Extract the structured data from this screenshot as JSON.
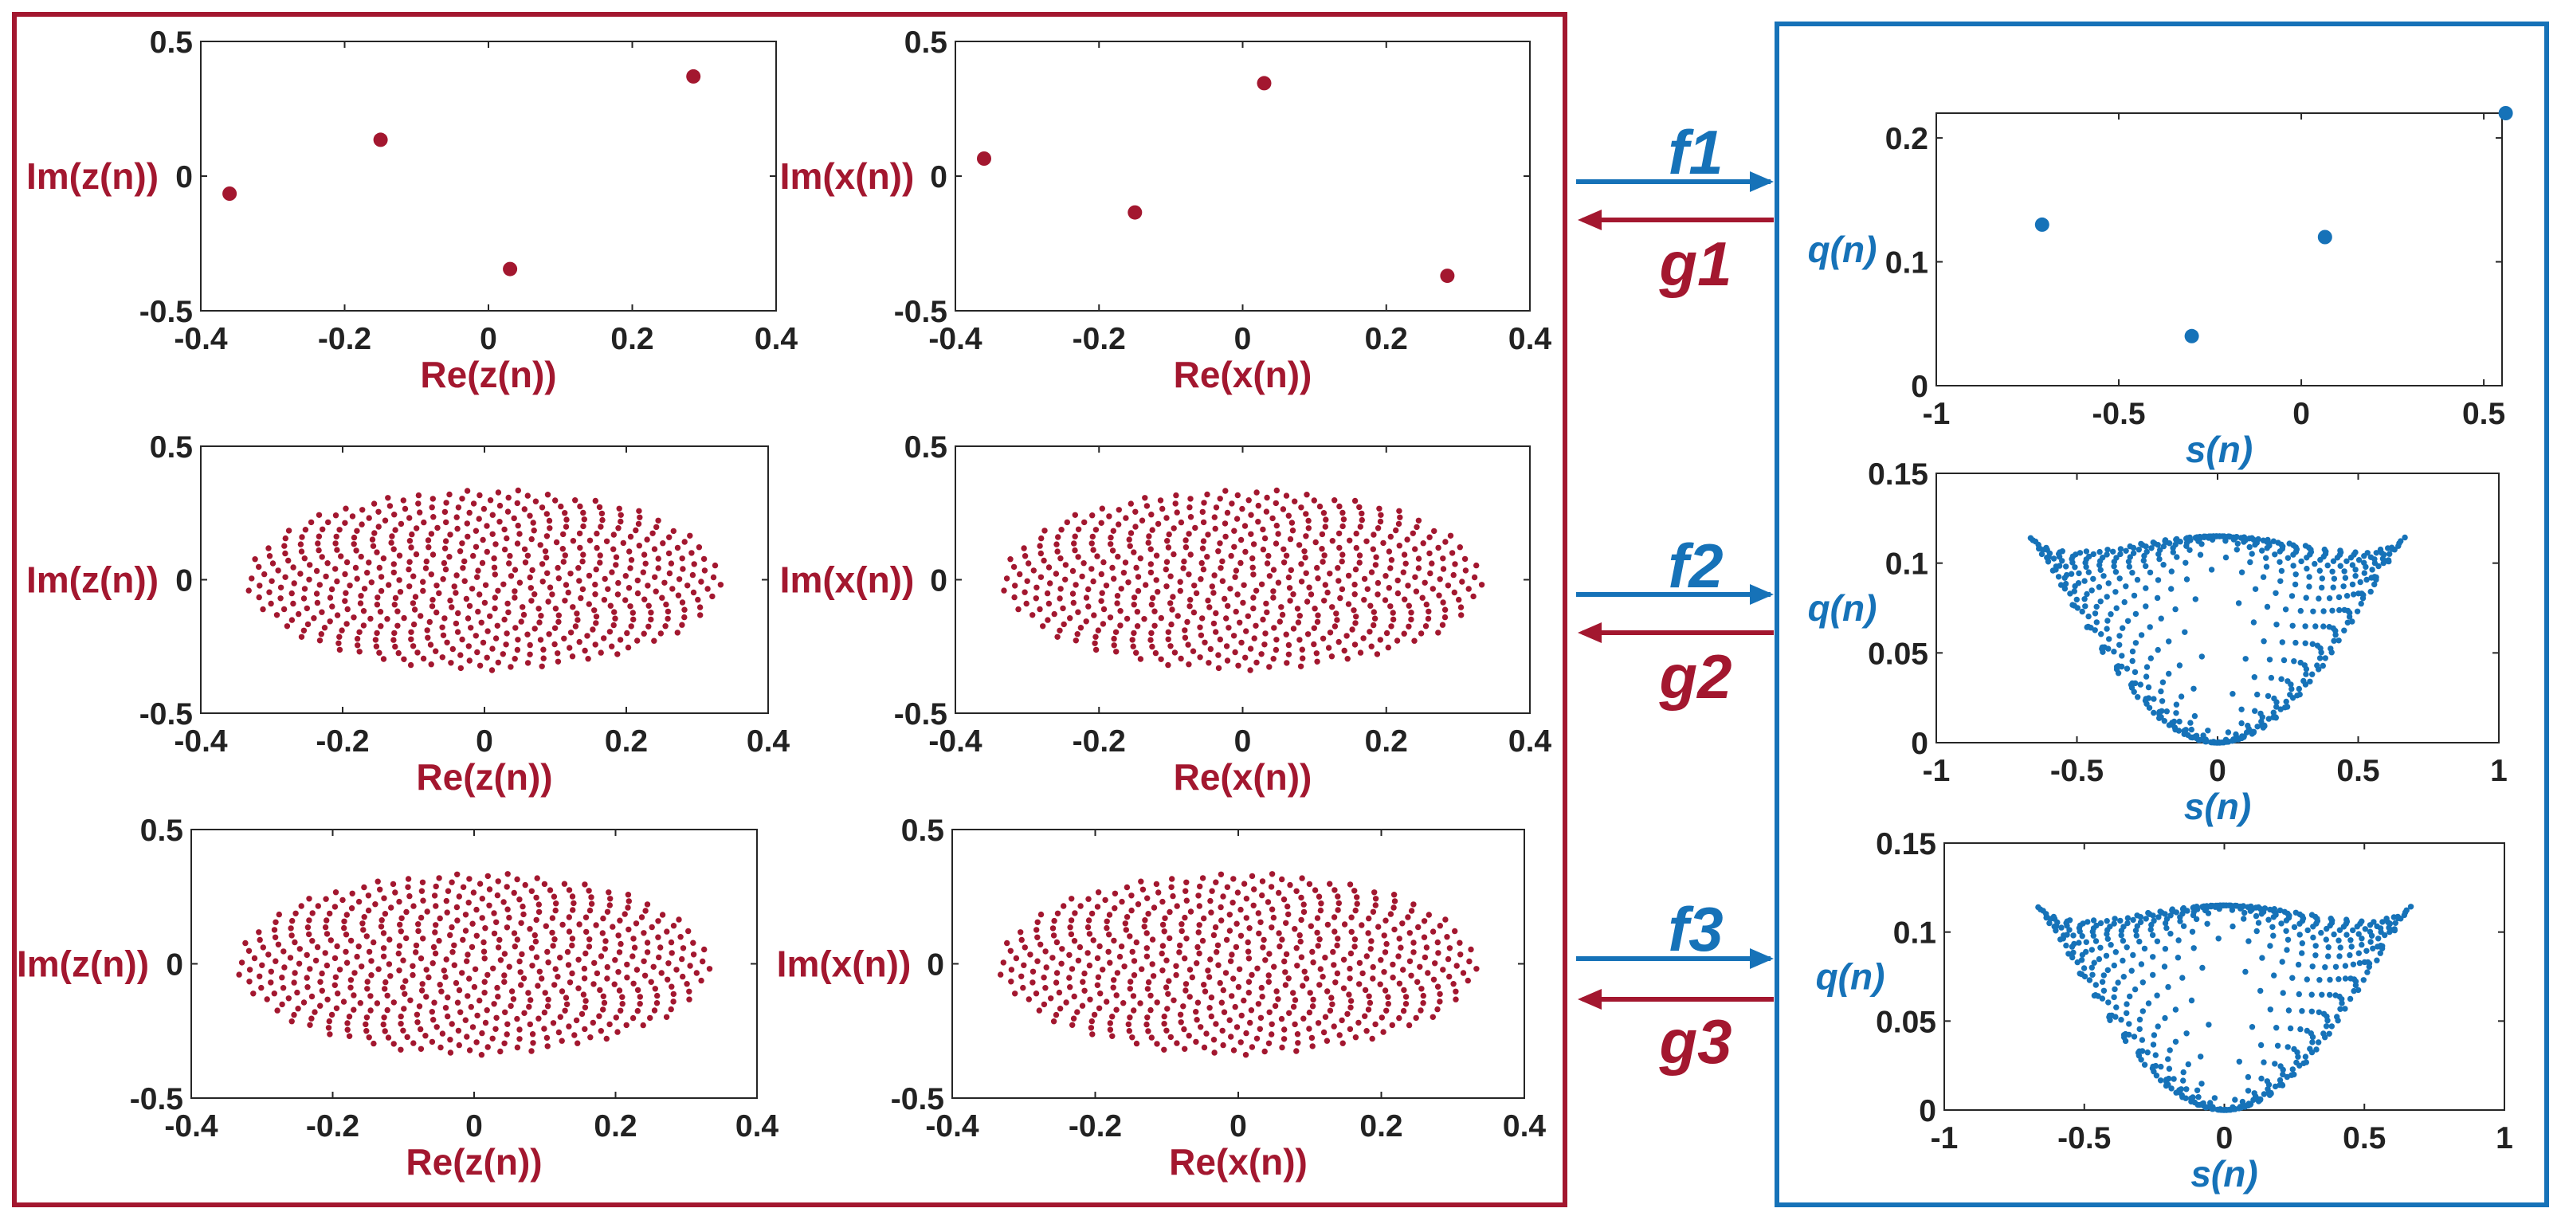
{
  "colors": {
    "red": "#a3172f",
    "blue": "#1672b8"
  },
  "chart_data": [
    {
      "id": "z1",
      "type": "scatter",
      "xlabel": "Re(z(n))",
      "ylabel": "Im(z(n))",
      "xlim": [
        -0.4,
        0.4
      ],
      "ylim": [
        -0.5,
        0.5
      ],
      "xticks": [
        "-0.4",
        "-0.2",
        "0",
        "0.2",
        "0.4"
      ],
      "yticks": [
        "-0.5",
        "0",
        "0.5"
      ],
      "grid": false,
      "color": "red",
      "x": [
        -0.36,
        -0.15,
        0.03,
        0.285
      ],
      "y": [
        -0.065,
        0.135,
        -0.345,
        0.37
      ]
    },
    {
      "id": "x1",
      "type": "scatter",
      "xlabel": "Re(x(n))",
      "ylabel": "Im(x(n))",
      "xlim": [
        -0.4,
        0.4
      ],
      "ylim": [
        -0.5,
        0.5
      ],
      "xticks": [
        "-0.4",
        "-0.2",
        "0",
        "0.2",
        "0.4"
      ],
      "yticks": [
        "-0.5",
        "0",
        "0.5"
      ],
      "grid": false,
      "color": "red",
      "x": [
        -0.36,
        -0.15,
        0.03,
        0.285
      ],
      "y": [
        0.065,
        -0.135,
        0.345,
        -0.37
      ]
    },
    {
      "id": "q1",
      "type": "scatter",
      "xlabel": "s(n)",
      "ylabel": "q(n)",
      "xlim": [
        -1,
        0.55
      ],
      "ylim": [
        0,
        0.22
      ],
      "xticks": [
        "-1",
        "-0.5",
        "0",
        "0.5"
      ],
      "yticks": [
        "0",
        "0.1",
        "0.2"
      ],
      "grid": false,
      "color": "blue",
      "x": [
        -0.71,
        -0.3,
        0.065,
        0.56
      ],
      "y": [
        0.13,
        0.04,
        0.12,
        0.22
      ]
    },
    {
      "id": "z2",
      "type": "scatter",
      "xlabel": "Re(z(n))",
      "ylabel": "Im(z(n))",
      "xlim": [
        -0.4,
        0.4
      ],
      "ylim": [
        -0.5,
        0.5
      ],
      "xticks": [
        "-0.4",
        "-0.2",
        "0",
        "0.2",
        "0.4"
      ],
      "yticks": [
        "-0.5",
        "0",
        "0.5"
      ],
      "grid": false,
      "color": "red",
      "pattern": "sunflower",
      "count": 560,
      "extent": {
        "rx": 0.335,
        "ry": 0.34
      }
    },
    {
      "id": "x2",
      "type": "scatter",
      "xlabel": "Re(x(n))",
      "ylabel": "Im(x(n))",
      "xlim": [
        -0.4,
        0.4
      ],
      "ylim": [
        -0.5,
        0.5
      ],
      "xticks": [
        "-0.4",
        "-0.2",
        "0",
        "0.2",
        "0.4"
      ],
      "yticks": [
        "-0.5",
        "0",
        "0.5"
      ],
      "grid": false,
      "color": "red",
      "pattern": "sunflower",
      "count": 560,
      "extent": {
        "rx": 0.335,
        "ry": 0.34
      }
    },
    {
      "id": "q2",
      "type": "scatter",
      "xlabel": "s(n)",
      "ylabel": "q(n)",
      "xlim": [
        -1,
        1
      ],
      "ylim": [
        0,
        0.15
      ],
      "xticks": [
        "-1",
        "-0.5",
        "0",
        "0.5",
        "1"
      ],
      "yticks": [
        "0",
        "0.05",
        "0.1",
        "0.15"
      ],
      "grid": false,
      "color": "blue",
      "pattern": "parabola",
      "count": 560,
      "extent": {
        "smax": 0.67,
        "qmax": 0.115
      }
    },
    {
      "id": "z3",
      "type": "scatter",
      "xlabel": "Re(z(n))",
      "ylabel": "Im(z(n))",
      "xlim": [
        -0.4,
        0.4
      ],
      "ylim": [
        -0.5,
        0.5
      ],
      "xticks": [
        "-0.4",
        "-0.2",
        "0",
        "0.2",
        "0.4"
      ],
      "yticks": [
        "-0.5",
        "0",
        "0.5"
      ],
      "grid": false,
      "color": "red",
      "pattern": "sunflower",
      "count": 560,
      "extent": {
        "rx": 0.335,
        "ry": 0.34
      }
    },
    {
      "id": "x3",
      "type": "scatter",
      "xlabel": "Re(x(n))",
      "ylabel": "Im(x(n))",
      "xlim": [
        -0.4,
        0.4
      ],
      "ylim": [
        -0.5,
        0.5
      ],
      "xticks": [
        "-0.4",
        "-0.2",
        "0",
        "0.2",
        "0.4"
      ],
      "yticks": [
        "-0.5",
        "0",
        "0.5"
      ],
      "grid": false,
      "color": "red",
      "pattern": "sunflower",
      "count": 560,
      "extent": {
        "rx": 0.335,
        "ry": 0.34
      }
    },
    {
      "id": "q3",
      "type": "scatter",
      "xlabel": "s(n)",
      "ylabel": "q(n)",
      "xlim": [
        -1,
        1
      ],
      "ylim": [
        0,
        0.15
      ],
      "xticks": [
        "-1",
        "-0.5",
        "0",
        "0.5",
        "1"
      ],
      "yticks": [
        "0",
        "0.05",
        "0.1",
        "0.15"
      ],
      "grid": false,
      "color": "blue",
      "pattern": "parabola",
      "count": 560,
      "extent": {
        "smax": 0.67,
        "qmax": 0.115
      }
    }
  ],
  "arrows": [
    {
      "forward": "f1",
      "backward": "g1"
    },
    {
      "forward": "f2",
      "backward": "g2"
    },
    {
      "forward": "f3",
      "backward": "g3"
    }
  ]
}
